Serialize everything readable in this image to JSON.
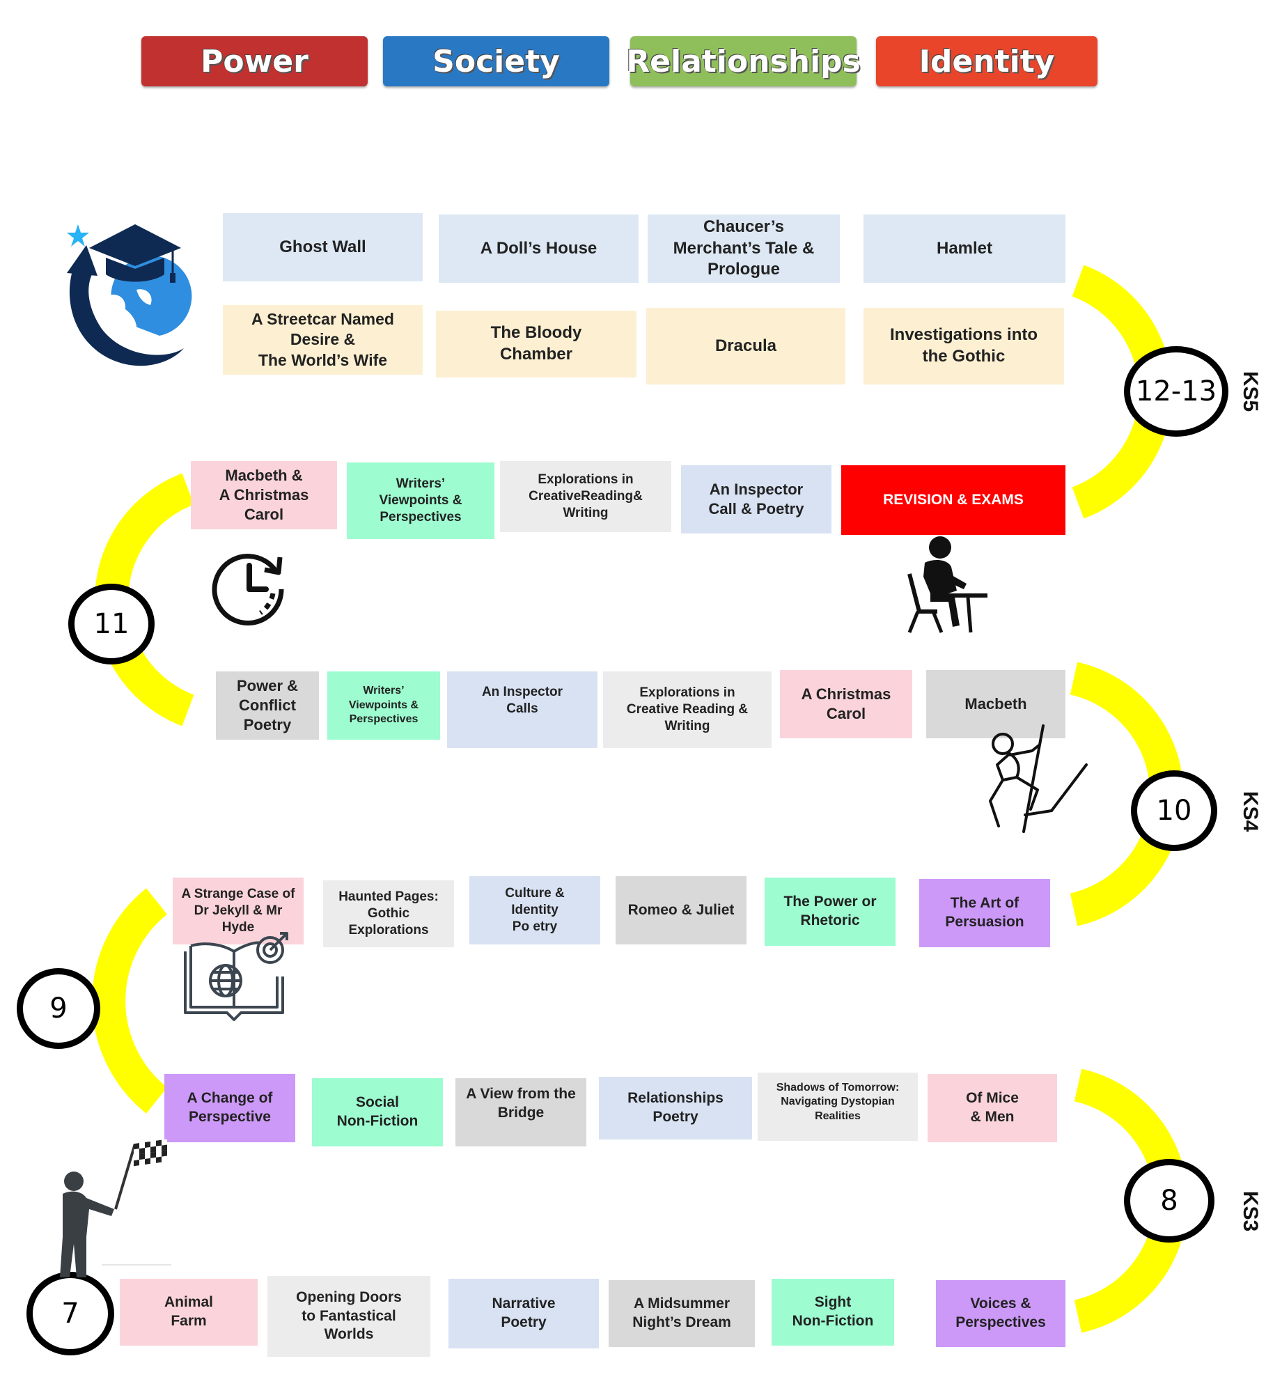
{
  "themes": [
    "Power",
    "Society",
    "Relationships",
    "Identity"
  ],
  "theme_colors": {
    "power": "#c0312f",
    "society": "#2978c4",
    "relationships": "#8fbf5a",
    "identity": "#e8452a"
  },
  "track_color": "#ffff00",
  "key_stages": [
    "KS5",
    "KS4",
    "KS3"
  ],
  "years": [
    "12-13",
    "11",
    "10",
    "9",
    "8",
    "7"
  ],
  "rows": {
    "ks5_top": [
      "Ghost Wall",
      "A Doll’s House",
      "Chaucer’s\nMerchant’s Tale &\nPrologue",
      "Hamlet"
    ],
    "ks5_bottom": [
      "A Streetcar Named\nDesire &\nThe World’s Wife",
      "The Bloody\nChamber",
      "Dracula",
      "Investigations into\nthe Gothic"
    ],
    "y11": [
      "Macbeth &\nA Christmas\nCarol",
      "Writers’\nViewpoints &\nPerspectives",
      "Explorations in\nCreativeReading&\nWriting",
      "An Inspector\nCall & Poetry",
      "REVISION & EXAMS"
    ],
    "y10": [
      "Power &\nConflict\nPoetry",
      "Writers’\nViewpoints &\nPerspectives",
      "An Inspector\nCalls",
      "Explorations in\nCreative Reading &\nWriting",
      "A Christmas\nCarol",
      "Macbeth"
    ],
    "y9": [
      "A Strange Case of\nDr Jekyll & Mr\nHyde",
      "Haunted Pages:\nGothic\nExplorations",
      "Culture &\nIdentity\nPo etry",
      "Romeo & Juliet",
      "The Power or\nRhetoric",
      "The Art of\nPersuasion"
    ],
    "y8": [
      "A Change of\nPerspective",
      "Social\nNon-Fiction",
      "A View from the\nBridge",
      "Relationships\nPoetry",
      "Shadows of Tomorrow:\nNavigating Dystopian\nRealities",
      "Of Mice\n& Men"
    ],
    "y7": [
      "Animal\nFarm",
      "Opening Doors\nto Fantastical\nWorlds",
      "Narrative\nPoetry",
      "A Midsummer\nNight’s Dream",
      "Sight\nNon-Fiction",
      "Voices &\nPerspectives"
    ]
  },
  "box_colors": {
    "blue": "#dde8f4",
    "cream": "#fdf0d2",
    "pink": "#fad4da",
    "mint": "#9dfcd0",
    "grey": "#ececec",
    "periwinkle": "#d9e2f3",
    "red": "#ff0000",
    "dark_grey": "#d9d9d9",
    "purple": "#cc99f8"
  },
  "icons": [
    "graduation-globe-icon",
    "clock-refresh-icon",
    "student-at-desk-icon",
    "climber-icon",
    "book-globe-target-icon",
    "flag-bearer-icon"
  ]
}
